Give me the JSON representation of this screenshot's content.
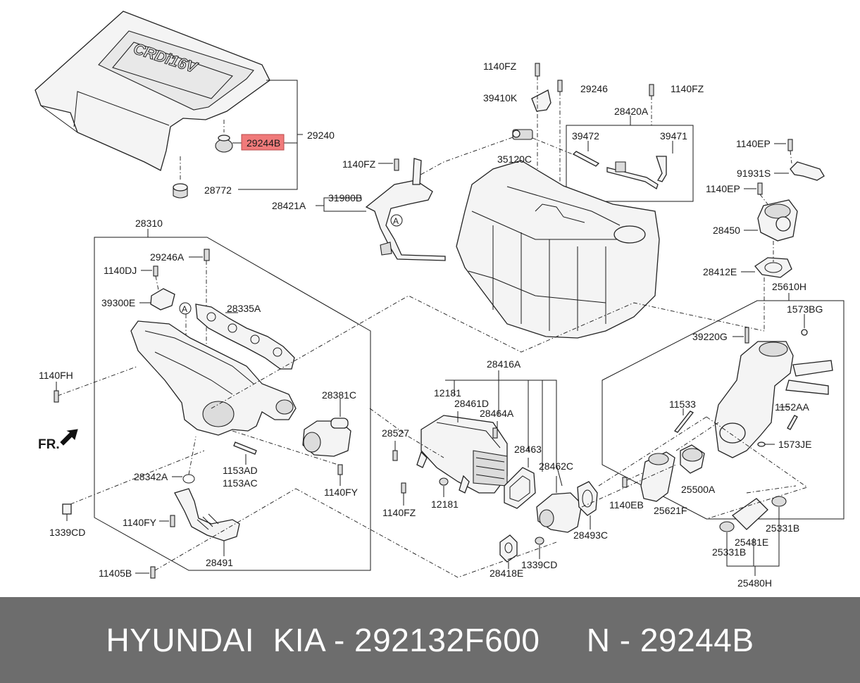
{
  "diagram": {
    "cover_logo": "CRDi16V",
    "fr_label": "FR.",
    "circle_marker": "A",
    "labels": {
      "c29240": "29240",
      "c29244B": "29244B",
      "c28772": "28772",
      "c1140FZ_top": "1140FZ",
      "c29246_top": "29246",
      "c1140FZ_right": "1140FZ",
      "c39410K": "39410K",
      "c28420A": "28420A",
      "c39472": "39472",
      "c39471": "39471",
      "c35120C": "35120C",
      "c1140FZ_mid": "1140FZ",
      "c31980B": "31980B",
      "c28421A": "28421A",
      "c1140EP_a": "1140EP",
      "c91931S": "91931S",
      "c1140EP_b": "1140EP",
      "c28450": "28450",
      "c28412E": "28412E",
      "c25610H": "25610H",
      "c1573BG": "1573BG",
      "c39220G": "39220G",
      "c28310": "28310",
      "c29246A": "29246A",
      "c1140DJ": "1140DJ",
      "c39300E": "39300E",
      "c28335A": "28335A",
      "c1140FH": "1140FH",
      "c28381C": "28381C",
      "c1153AD": "1153AD",
      "c1153AC": "1153AC",
      "c28342A": "28342A",
      "c1140FY_right": "1140FY",
      "c1140FY_left": "1140FY",
      "c1339CD_left": "1339CD",
      "c28491": "28491",
      "c11405B": "11405B",
      "c28416A": "28416A",
      "c12181_top": "12181",
      "c28461D": "28461D",
      "c28464A": "28464A",
      "c28527": "28527",
      "c28463": "28463",
      "c28462C": "28462C",
      "c1140FZ_bottom": "1140FZ",
      "c12181_bottom": "12181",
      "c28493C": "28493C",
      "c28418E": "28418E",
      "c1339CD_bottom": "1339CD",
      "c11533": "11533",
      "c1152AA": "1152AA",
      "c1573JE": "1573JE",
      "c25500A": "25500A",
      "c1140EB": "1140EB",
      "c25621F": "25621F",
      "c25331B_right": "25331B",
      "c25481E": "25481E",
      "c25331B_left": "25331B",
      "c25480H": "25480H"
    }
  },
  "footer": {
    "text": "HYUNDAI  KIA - 292132F600     N - 29244B"
  },
  "colors": {
    "highlight": "#f07a7a",
    "footer_bg": "#6d6d6d",
    "footer_text": "#ffffff"
  }
}
